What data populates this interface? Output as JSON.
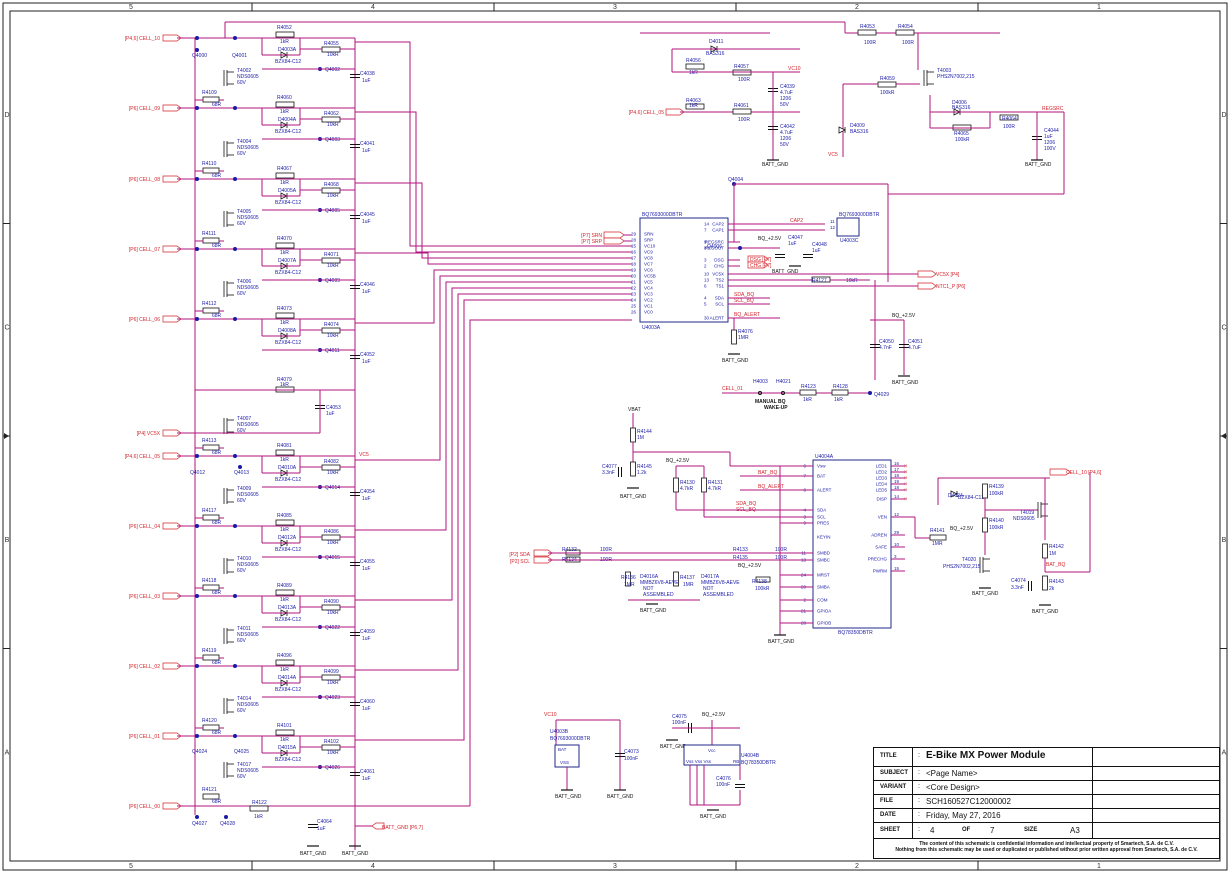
{
  "border": {
    "columns": [
      "5",
      "4",
      "3",
      "2",
      "1"
    ],
    "rows": [
      "D",
      "C",
      "B",
      "A"
    ]
  },
  "colors": {
    "wire": "#b0157f",
    "net": "#d2232a",
    "ink": "#1a1aa8",
    "comp": "#1f2a8a",
    "dark": "#111111"
  },
  "titleblock": {
    "title_key": "TITLE",
    "title": "E-Bike MX Power Module",
    "subject_key": "SUBJECT",
    "subject": "<Page Name>",
    "variant_key": "VARIANT",
    "variant": "<Core Design>",
    "file_key": "FILE",
    "file": "SCH160527C12000002",
    "date_key": "DATE",
    "date": "Friday, May 27, 2016",
    "sheet_key": "SHEET",
    "sheet": "4",
    "of_key": "OF",
    "of": "7",
    "size_key": "SIZE",
    "size": "A3",
    "colon": ":",
    "notice1": "The content of this schematic is confidential information and intellectual property of Smartech, S.A. de C.V.",
    "notice2": "Nothing from this schematic may be used or duplicated or published without prior written approval from Smartech, S.A. de C.V."
  },
  "cells": [
    {
      "net": "[P4,6] CELL_10",
      "fet": "",
      "r_a": "R4052",
      "r_a_v": "1kR",
      "d": "D4003A",
      "d_v": "BZX84-C12",
      "r_b": "R4055",
      "r_b_v": "10kR",
      "q": "Q4002",
      "c": "C4038",
      "c_v": "1uF",
      "rg": "",
      "rg_v": ""
    },
    {
      "net": "[P6] CELL_09",
      "fet": "T4002",
      "r_a": "R4060",
      "r_a_v": "1kR",
      "d": "D4004A",
      "d_v": "BZX84-C12",
      "r_b": "R4062",
      "r_b_v": "10kR",
      "q": "Q4003",
      "c": "C4041",
      "c_v": "1uF",
      "rg": "R4109",
      "rg_v": "68R"
    },
    {
      "net": "[P6] CELL_08",
      "fet": "T4004",
      "r_a": "R4067",
      "r_a_v": "1kR",
      "d": "D4005A",
      "d_v": "BZX84-C12",
      "r_b": "R4068",
      "r_b_v": "10kR",
      "q": "Q4005",
      "c": "C4045",
      "c_v": "1uF",
      "rg": "R4110",
      "rg_v": "68R"
    },
    {
      "net": "[P6] CELL_07",
      "fet": "T4005",
      "r_a": "R4070",
      "r_a_v": "1kR",
      "d": "D4007A",
      "d_v": "BZX84-C12",
      "r_b": "R4071",
      "r_b_v": "10kR",
      "q": "Q4009",
      "c": "C4046",
      "c_v": "1uF",
      "rg": "R4111",
      "rg_v": "68R"
    },
    {
      "net": "[P6] CELL_06",
      "fet": "T4006",
      "r_a": "R4073",
      "r_a_v": "1kR",
      "d": "D4008A",
      "d_v": "BZX84-C12",
      "r_b": "R4074",
      "r_b_v": "10kR",
      "q": "Q4011",
      "c": "C4052",
      "c_v": "1uF",
      "rg": "R4112",
      "rg_v": "68R"
    },
    {
      "net": "[P4,6] CELL_05",
      "fet": "T4007",
      "r_a": "R4081",
      "r_a_v": "1kR",
      "d": "D4010A",
      "d_v": "BZX84-C12",
      "r_b": "R4082",
      "r_b_v": "10kR",
      "q": "Q4014",
      "c": "C4054",
      "c_v": "1uF",
      "rg": "R4113",
      "rg_v": "68R"
    },
    {
      "net": "[P6] CELL_04",
      "fet": "T4009",
      "r_a": "R4085",
      "r_a_v": "1kR",
      "d": "D4012A",
      "d_v": "BZX84-C12",
      "r_b": "R4086",
      "r_b_v": "10kR",
      "q": "Q4015",
      "c": "C4055",
      "c_v": "1uF",
      "rg": "R4117",
      "rg_v": "68R"
    },
    {
      "net": "[P6] CELL_03",
      "fet": "T4010",
      "r_a": "R4089",
      "r_a_v": "1kR",
      "d": "D4013A",
      "d_v": "BZX84-C12",
      "r_b": "R4090",
      "r_b_v": "10kR",
      "q": "Q4022",
      "c": "C4059",
      "c_v": "1uF",
      "rg": "R4118",
      "rg_v": "68R"
    },
    {
      "net": "[P6] CELL_02",
      "fet": "T4011",
      "r_a": "R4096",
      "r_a_v": "1kR",
      "d": "D4014A",
      "d_v": "BZX84-C12",
      "r_b": "R4099",
      "r_b_v": "10kR",
      "q": "Q4023",
      "c": "C4060",
      "c_v": "1uF",
      "rg": "R4119",
      "rg_v": "68R"
    },
    {
      "net": "[P6] CELL_01",
      "fet": "T4014",
      "r_a": "R4101",
      "r_a_v": "1kR",
      "d": "D4015A",
      "d_v": "BZX84-C12",
      "r_b": "R4102",
      "r_b_v": "10kR",
      "q": "Q4026",
      "c": "C4061",
      "c_v": "1uF",
      "rg": "R4120",
      "rg_v": "68R"
    }
  ],
  "fet_values": [
    "NDS0605",
    "60V"
  ],
  "extra": {
    "cell00": "[P6] CELL_00",
    "rg_last": "R4121",
    "rg_last_v": "68R",
    "fet_last": "T4017",
    "r4122": "R4122",
    "r4122_v": "1kR",
    "c4064": "C4064",
    "c4064_v": "1uF",
    "batt_gnd_net": "BATT_GND [P6,7]",
    "batt_gnd": "BATT_GND",
    "vc5": "VC5",
    "vc10": "VC10",
    "vc5x": "[P4] VC5X",
    "r4079": "R4079",
    "r4079_v": "1kR",
    "c4053": "C4053",
    "c4053_v": "1uF",
    "q4000": "Q4000",
    "q4001": "Q4001",
    "q4012": "Q4012",
    "q4013": "Q4013",
    "q4024": "Q4024",
    "q4025": "Q4025",
    "q4027": "Q4027",
    "q4028": "Q4028"
  },
  "bq": {
    "ref": "BQ7693000DBTR",
    "unit": "U4003A",
    "left_pins": [
      [
        "29",
        "SRN"
      ],
      [
        "28",
        "SRP"
      ],
      [
        "15",
        "VC10"
      ],
      [
        "16",
        "VC9"
      ],
      [
        "17",
        "VC8"
      ],
      [
        "18",
        "VC7"
      ],
      [
        "19",
        "VC6"
      ],
      [
        "20",
        "VC5B"
      ],
      [
        "21",
        "VC5"
      ],
      [
        "22",
        "VC4"
      ],
      [
        "23",
        "VC3"
      ],
      [
        "24",
        "VC2"
      ],
      [
        "25",
        "VC1"
      ],
      [
        "26",
        "VC0"
      ]
    ],
    "right_pins": [
      [
        "14",
        "CAP2"
      ],
      [
        "7",
        "CAP1"
      ],
      [
        "9",
        "REGSRC"
      ],
      [
        "8",
        "REGOUT"
      ],
      [
        "3",
        "DSG"
      ],
      [
        "2",
        "CHG"
      ],
      [
        "10",
        "VC5X"
      ],
      [
        "13",
        "TS2"
      ],
      [
        "6",
        "TS1"
      ],
      [
        "4",
        "SDA"
      ],
      [
        "5",
        "SCL"
      ],
      [
        "30",
        "ALERT"
      ]
    ],
    "srn": "[P7] SRN",
    "srp": "[P7] SRP",
    "cap2": "CAP2",
    "bq25": "BQ_+2.5V",
    "q4006": "Q4006",
    "q4004": "Q4004",
    "c4047": "C4047",
    "c4047_v": "1uF",
    "c4048": "C4048",
    "c4048_v": "1uF",
    "dsg": "DSG [P7]",
    "chg": "CHG [P7]",
    "r4127": "R4127",
    "r4127_v": "10kR",
    "vc5x_out": "VC5X [P4]",
    "ntc": "NTC1_P [P6]",
    "sda": "SDA_BQ",
    "scl": "SCL_BQ",
    "alert": "BQ_ALERT",
    "r4076": "R4076",
    "r4076_v": "1MR",
    "u3c_ref": "BQ7693000DBTR",
    "u3c": "U4003C",
    "u3c_p11": "11",
    "u3c_p12": "12",
    "c4050": "C4050",
    "c4050_v": "4.7nF",
    "c4051": "C4051",
    "c4051_v": "4.7uF"
  },
  "top": {
    "d4011": "D4011",
    "d4011_v": "BAS316",
    "r4056": "R4056",
    "r4056_v": "1kR",
    "r4057": "R4057",
    "r4057_v": "100R",
    "c4039": "C4039",
    "c4039_v1": "4.7uF",
    "c4039_v2": "1206",
    "c4039_v3": "50V",
    "cell05": "[P4,6] CELL_05",
    "r4063": "R4063",
    "r4063_v": "1kR",
    "r4061": "R4061",
    "r4061_v": "100R",
    "c4042": "C4042",
    "c4042_v1": "4.7uF",
    "c4042_v2": "1206",
    "c4042_v3": "50V",
    "r4053": "R4053",
    "r4053_v": "100R",
    "r4054": "R4054",
    "r4054_v": "100R",
    "t4003": "T4003",
    "t4003_v": "PHS2N7002,215",
    "r4059": "R4059",
    "r4059_v": "100kR",
    "d4006": "D4006",
    "d4006_v": "BAS316",
    "r4065": "R4065",
    "r4065_v": "100kR",
    "r4064": "R4064",
    "r4064_v": "100R",
    "regsrc": "REGSRC",
    "c4044": "C4044",
    "c4044_v1": "1uF",
    "c4044_v2": "1206",
    "c4044_v3": "100V",
    "d4009": "D4009",
    "d4009_v": "BAS316"
  },
  "wake": {
    "cell01": "CELL_01",
    "h4003": "H4003",
    "h4021": "H4021",
    "label1": "MANUAL BQ",
    "label2": "WAKE-UP",
    "r4123": "R4123",
    "r4123_v": "1kR",
    "r4128": "R4128",
    "r4128_v": "1kR",
    "q4029": "Q4029"
  },
  "gauge": {
    "ref": "BQ78350DBTR",
    "unit": "U4004A",
    "left_pins": [
      [
        "6",
        "Vsw"
      ],
      [
        "7",
        "BAT"
      ],
      [
        "8",
        "ALERT"
      ],
      [
        "4",
        "SDA"
      ],
      [
        "3",
        "SCL"
      ],
      [
        "9",
        "PRES"
      ],
      [
        "",
        ""
      ],
      [
        "",
        "KEYIN"
      ],
      [
        "11",
        "SMBD"
      ],
      [
        "13",
        "SMBC"
      ],
      [
        "24",
        "MRST"
      ],
      [
        "20",
        "SMBA"
      ],
      [
        "2",
        "COM"
      ],
      [
        "21",
        "GPIOA"
      ],
      [
        "28",
        "GPIOB"
      ]
    ],
    "right_pins": [
      [
        "16",
        "LED1"
      ],
      [
        "17",
        "LED2"
      ],
      [
        "18",
        "LED3"
      ],
      [
        "19",
        "LED4"
      ],
      [
        "18",
        "LED5"
      ],
      [
        "14",
        "DISP"
      ],
      [
        "12",
        "VEN"
      ],
      [
        "29",
        "ADREN"
      ],
      [
        "10",
        "SAFE"
      ],
      [
        "3",
        "PRECHG"
      ],
      [
        "15",
        "PWRM"
      ]
    ],
    "vbat": "VBAT",
    "r4144": "R4144",
    "r4144_v": "1M",
    "r4145": "R4145",
    "r4145_v": "1.2k",
    "c4077": "C4077",
    "c4077_v": "3.3nF",
    "bq25": "BQ_+2.5V",
    "bat_bq": "BAT_BQ",
    "bq_alert": "BQ_ALERT",
    "sda_bq": "SDA_BQ",
    "scl_bq": "SCL_BQ",
    "r4130": "R4130",
    "r4130_v": "4.7kR",
    "r4131": "R4131",
    "r4131_v": "4.7kR",
    "sda": "[P2] SDA",
    "scl": "[P2] SCL",
    "r4132": "R4132",
    "r4132_v": "100R",
    "r4134": "R4134",
    "r4134_v": "100R",
    "r4133": "R4133",
    "r4133_v": "100R",
    "r4135": "R4135",
    "r4135_v": "100R",
    "r4136": "R4136",
    "r4136_v": "1MR",
    "r4137": "R4137",
    "r4137_v": "1MR",
    "d4016": "D4016A",
    "d4017": "D4017A",
    "d_v": "MMBZ6V8-AEVE",
    "not1": "NOT",
    "not2": "ASSEMBLED",
    "r4138": "R4138",
    "r4138_v": "100kR",
    "r4141": "R4141",
    "r4141_v": "1MR",
    "t4020": "T4020",
    "t4020_v": "PHS2N7002,215",
    "d4024": "D4024",
    "d4024_v": "BZX84-C12",
    "r4139": "R4139",
    "r4139_v": "100kR",
    "r4140": "R4140",
    "r4140_v": "100kR",
    "t4019": "T4019",
    "t4019_v": "NDS0605",
    "r4142": "R4142",
    "r4142_v": "1M",
    "r4143": "R4143",
    "r4143_v": "2k",
    "c4074": "C4074",
    "c4074_v": "3.3nF",
    "cell10": "CELL_10 [P4,6]"
  },
  "bottom": {
    "vc10": "VC10",
    "u3b": "U4003B",
    "u3b_ref": "BQ7693000DBTR",
    "bat": "BAT",
    "vss": "VSS",
    "c4073": "C4073",
    "c4073_v": "100nF",
    "c4075": "C4075",
    "c4075_v": "100nF",
    "bq25": "BQ_+2.5V",
    "vcc": "Vcc",
    "u4b": "U4004B",
    "u4b_ref": "BQ78350DBTR",
    "vss3": "Vss Vss Vss",
    "rbi": "RBI",
    "c4076": "C4076",
    "c4076_v": "100nF"
  }
}
